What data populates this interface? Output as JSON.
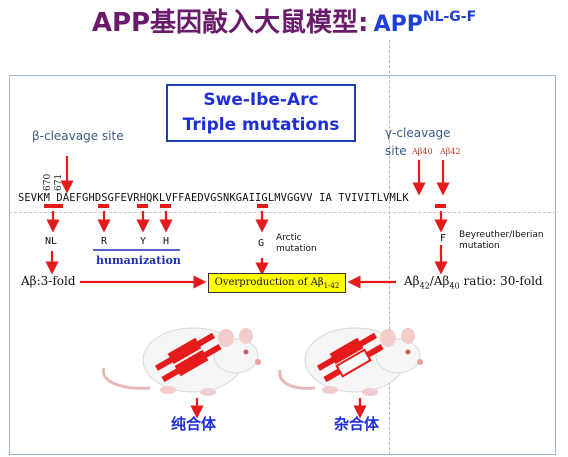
{
  "title": {
    "main": "APP基因敲入大鼠模型:",
    "model": "APP",
    "superscript": "NL-G-F"
  },
  "triple_box": {
    "line1": "Swe-Ibe-Arc",
    "line2": "Triple mutations"
  },
  "beta_site": "β-cleavage site",
  "gamma_site_line1": "γ-cleavage",
  "gamma_site_line2": "site",
  "ab40": "Aβ40",
  "ab42": "Aβ42",
  "residue_670": "670",
  "residue_671": "671",
  "sequence": "SEVKM DAEFGHDSGFEVRHQKLVFFAEDVGSNKGAIIGLMVGGVV IA TVIVITLVMLK",
  "mutations": {
    "nl": "NL",
    "r": "R",
    "y": "Y",
    "h": "H",
    "g": "G",
    "f": "F"
  },
  "humanization": "humanization",
  "arctic_line1": "Arctic",
  "arctic_line2": "mutation",
  "beyreuther_line1": "Beyreuther/Iberian",
  "beyreuther_line2": "mutation",
  "ab_fold": "Aβ:3-fold",
  "overproduction": "Overproduction of Aβ",
  "overproduction_sub": "1-42",
  "ratio": {
    "a": "Aβ",
    "a_sub": "42",
    "slash": "/Aβ",
    "b_sub": "40",
    "text": " ratio: 30-fold"
  },
  "homozygous": "纯合体",
  "heterozygous": "杂合体",
  "colors": {
    "title": "#6a1a6a",
    "accent_blue": "#1f2fd6",
    "arrow_red": "#e51b1b",
    "highlight": "#ffff00"
  }
}
